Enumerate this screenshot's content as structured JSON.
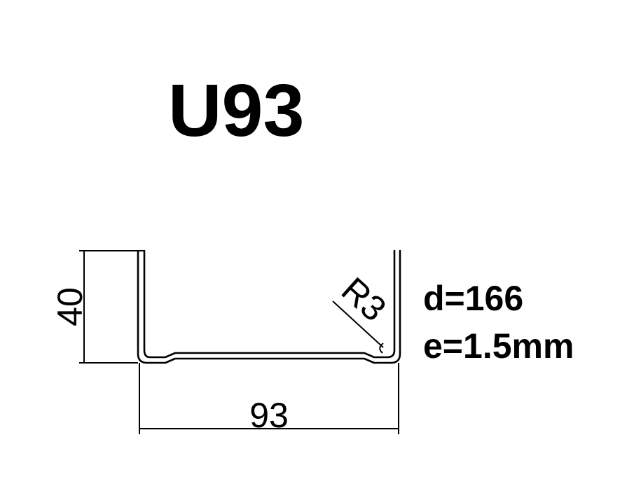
{
  "profile_name": "U93",
  "specs": {
    "d": "d=166",
    "e": "e=1.5mm"
  },
  "dimensions": {
    "width": "93",
    "height": "40",
    "radius": "R3"
  },
  "colors": {
    "ink": "#000000",
    "background": "#ffffff"
  }
}
